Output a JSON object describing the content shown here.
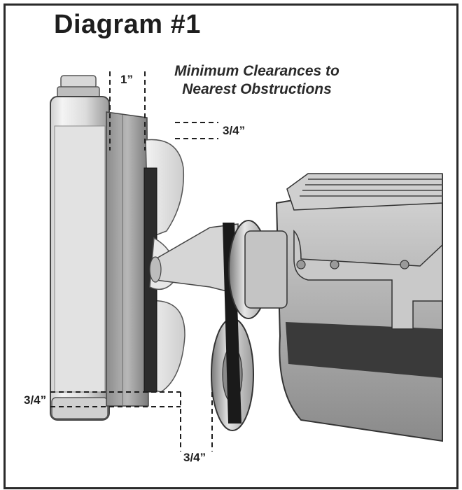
{
  "diagram": {
    "title": "Diagram #1",
    "subtitle_line1": "Minimum Clearances to",
    "subtitle_line2": "Nearest Obstructions",
    "dimensions": {
      "top_clearance": "1”",
      "upper_side_clearance": "3/4”",
      "bottom_left_clearance": "3/4”",
      "bottom_clearance": "3/4”"
    }
  }
}
